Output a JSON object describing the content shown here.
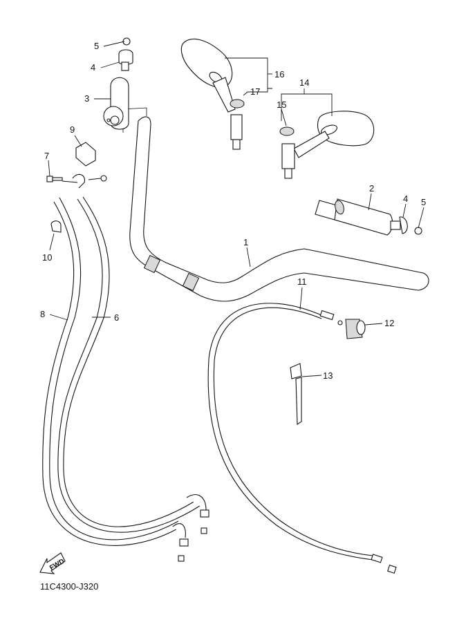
{
  "diagram": {
    "title": "Steering handle & cable exploded view",
    "diagram_code": "11C4300-J320",
    "direction_badge": "FWD",
    "callouts": [
      {
        "id": "1",
        "part": "handlebar"
      },
      {
        "id": "2",
        "part": "grip-right"
      },
      {
        "id": "3",
        "part": "grip-left"
      },
      {
        "id": "4",
        "part": "grip-end-left"
      },
      {
        "id": "5",
        "part": "screw-left"
      },
      {
        "id": "4",
        "part": "grip-end-right"
      },
      {
        "id": "5",
        "part": "screw-right"
      },
      {
        "id": "6",
        "part": "throttle-cable-1"
      },
      {
        "id": "7",
        "part": "bolt"
      },
      {
        "id": "8",
        "part": "throttle-cable-2"
      },
      {
        "id": "9",
        "part": "cable-cover"
      },
      {
        "id": "10",
        "part": "clamp"
      },
      {
        "id": "11",
        "part": "clutch-cable"
      },
      {
        "id": "12",
        "part": "boot"
      },
      {
        "id": "13",
        "part": "cable-tie"
      },
      {
        "id": "14",
        "part": "rear-view-mirror-right"
      },
      {
        "id": "15",
        "part": "cap-right"
      },
      {
        "id": "16",
        "part": "rear-view-mirror-left"
      },
      {
        "id": "17",
        "part": "cap-left"
      }
    ]
  }
}
